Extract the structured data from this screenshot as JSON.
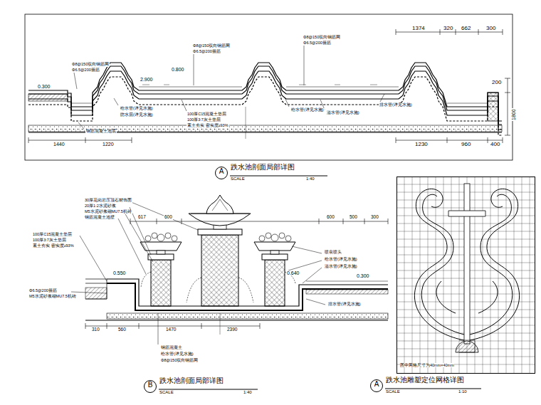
{
  "diagram": {
    "nodes": [
      {
        "text": [
          "A",
          "跌水池剖面局部详图",
          "SCALE",
          "1:40"
        ]
      },
      {
        "text": [
          "B",
          "跌水池剖面局部详图",
          "SCALE",
          "1:40"
        ]
      },
      {
        "text": [
          "图中网格尺寸为40mm×40mm"
        ]
      },
      {
        "text": [
          "A",
          "跌水池雕塑定位网格详图",
          "SCALE",
          "1:10"
        ]
      }
    ],
    "labels": [
      "0.300",
      "2.900",
      "0.800",
      "Φ8@150双向钢筋网",
      "Φ6.5@200箍筋",
      "Φ8@150双向钢筋网",
      "Φ6.5@200箍筋",
      "Φ8@150双向钢筋网",
      "Φ6.5@200箍筋",
      "给水管(详见水施)",
      "防水层(详见水施)",
      "100厚C15混凝土垫层",
      "100厚3:7灰土垫层",
      "素土夯实 密实度≥93%",
      "钢筋混凝土池底",
      "给水管(详见水施)",
      "溢水管(详见水施)",
      "排水管(详见水施)",
      "1374",
      "320",
      "662",
      "300",
      "200",
      "1800",
      "1440",
      "1220",
      "1230",
      "960",
      "400",
      "30厚花岗岩压顶石材饰面",
      "20厚1:2水泥砂浆",
      "M5水泥砂浆砌MU7.5机砖",
      "钢筋混凝土池壁",
      "100厚C15混凝土垫层",
      "100厚3:7灰土垫层",
      "素土夯实 密实度≥93%",
      "Φ6.5@200箍筋",
      "M5水泥砂浆砌MU7.5机砖",
      "0.550",
      "0.640",
      "0.300",
      "617",
      "600",
      "600",
      "500",
      "300",
      "喷泉喷头",
      "给水管(详见水施)",
      "溢水管(详见水施)",
      "排水管(详见水施)",
      "钢筋混凝土",
      "给水管(详见水施)",
      "Φ8@150双向钢筋网",
      "310",
      "560",
      "1470",
      "2390"
    ]
  }
}
